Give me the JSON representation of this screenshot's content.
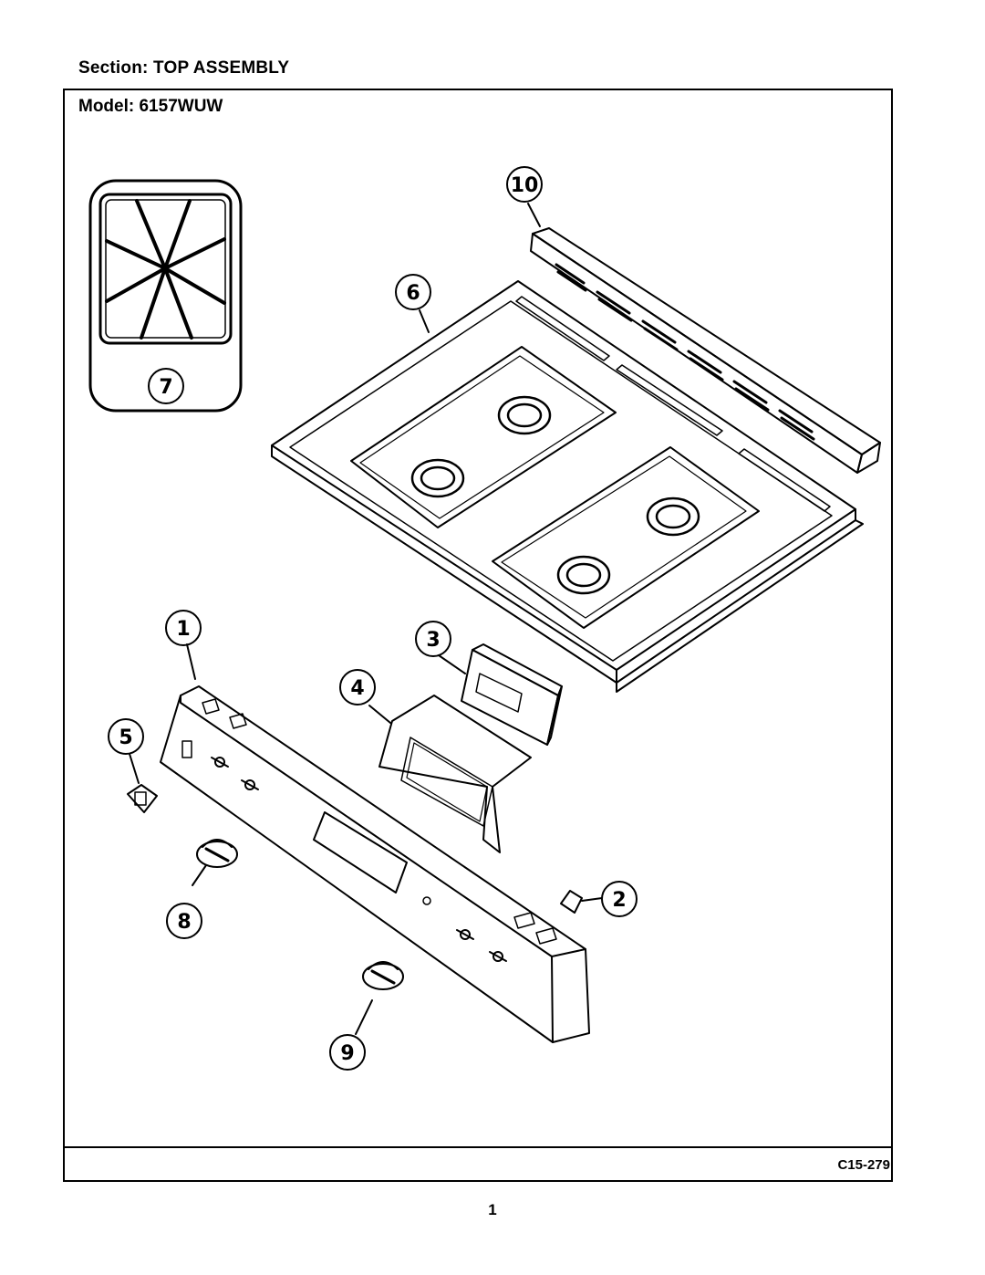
{
  "header": {
    "section_label": "Section:  TOP ASSEMBLY",
    "model_label": "Model:  6157WUW"
  },
  "footer": {
    "figure_code": "C15-279",
    "page_number": "1"
  },
  "callouts": [
    "1",
    "2",
    "3",
    "4",
    "5",
    "6",
    "7",
    "8",
    "9",
    "10"
  ],
  "parts": [
    {
      "id": "1",
      "icon": "control-panel-icon"
    },
    {
      "id": "2",
      "icon": "switch-icon"
    },
    {
      "id": "3",
      "icon": "clock-module-icon"
    },
    {
      "id": "4",
      "icon": "clock-bracket-icon"
    },
    {
      "id": "5",
      "icon": "rocker-switch-icon"
    },
    {
      "id": "6",
      "icon": "cooktop-icon"
    },
    {
      "id": "7",
      "icon": "burner-grate-icon"
    },
    {
      "id": "8",
      "icon": "control-knob-icon"
    },
    {
      "id": "9",
      "icon": "control-knob-icon"
    },
    {
      "id": "10",
      "icon": "vent-trim-icon"
    }
  ]
}
